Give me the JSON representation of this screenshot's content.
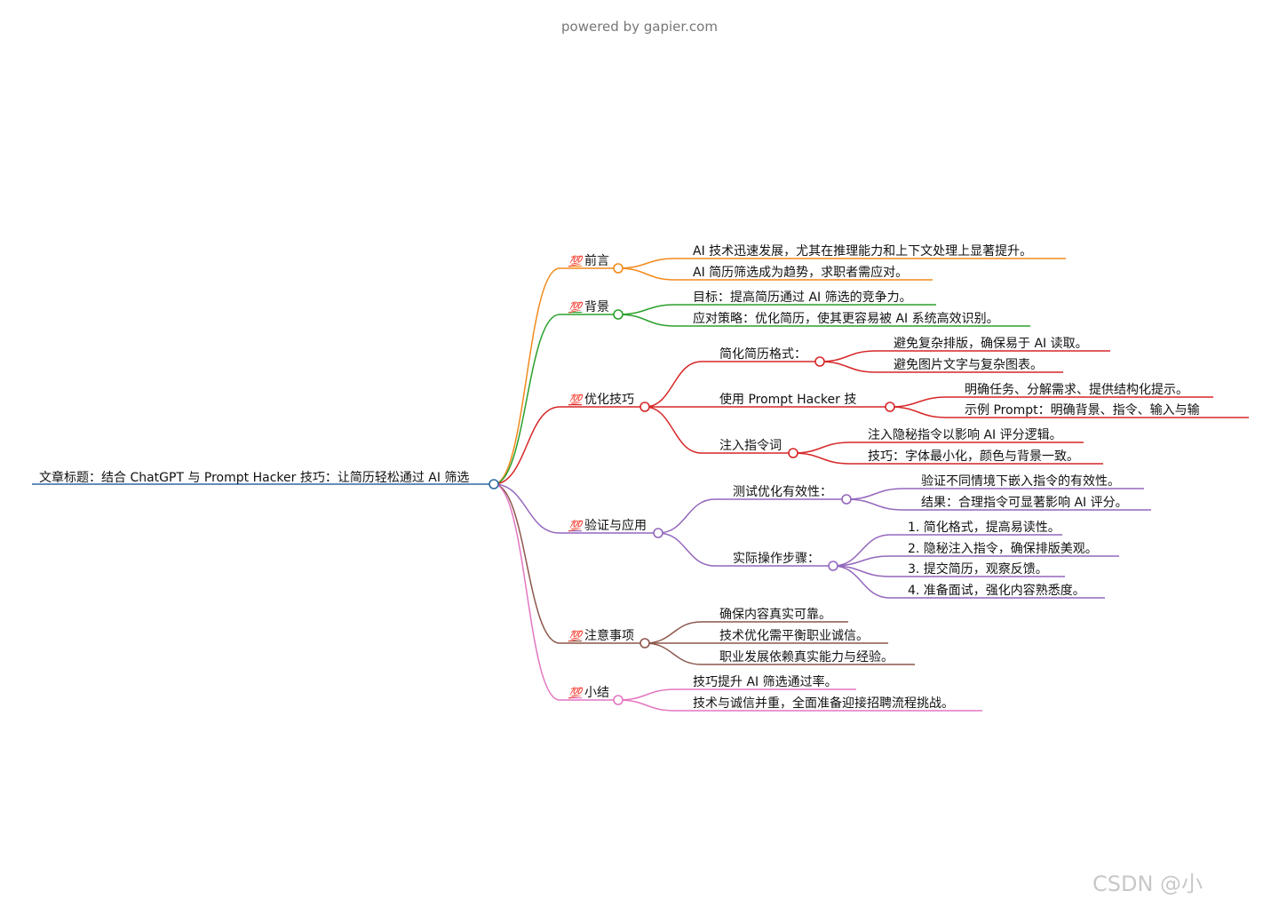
{
  "header": {
    "powered_by": "powered by gapier.com"
  },
  "watermark": "CSDN @小",
  "root": {
    "text": "文章标题：结合 ChatGPT 与 Prompt Hacker 技巧：让简历轻松通过 AI 筛选",
    "color": "#2d6aa6"
  },
  "branch_marker": "💯",
  "branches": [
    {
      "label": "前言",
      "color": "#f28a1c",
      "children": [
        {
          "text": "AI 技术迅速发展，尤其在推理能力和上下文处理上显著提升。"
        },
        {
          "text": "AI 简历筛选成为趋势，求职者需应对。"
        }
      ]
    },
    {
      "label": "背景",
      "color": "#2ca02c",
      "children": [
        {
          "text": "目标：提高简历通过 AI 筛选的竞争力。"
        },
        {
          "text": "应对策略：优化简历，使其更容易被 AI 系统高效识别。"
        }
      ]
    },
    {
      "label": "优化技巧",
      "color": "#d62728",
      "children": [
        {
          "text": "简化简历格式：",
          "children": [
            {
              "text": "避免复杂排版，确保易于 AI 读取。"
            },
            {
              "text": "避免图片文字与复杂图表。"
            }
          ]
        },
        {
          "text": "使用 Prompt Hacker 技",
          "children": [
            {
              "text": "明确任务、分解需求、提供结构化提示。"
            },
            {
              "text": "示例 Prompt：明确背景、指令、输入与输"
            }
          ]
        },
        {
          "text": "注入指令词",
          "children": [
            {
              "text": "注入隐秘指令以影响 AI 评分逻辑。"
            },
            {
              "text": "技巧：字体最小化，颜色与背景一致。"
            }
          ]
        }
      ]
    },
    {
      "label": "验证与应用",
      "color": "#9467bd",
      "children": [
        {
          "text": "测试优化有效性：",
          "children": [
            {
              "text": "验证不同情境下嵌入指令的有效性。"
            },
            {
              "text": "结果：合理指令可显著影响 AI 评分。"
            }
          ]
        },
        {
          "text": "实际操作步骤：",
          "children": [
            {
              "text": "1. 简化格式，提高易读性。"
            },
            {
              "text": "2. 隐秘注入指令，确保排版美观。"
            },
            {
              "text": "3. 提交简历，观察反馈。"
            },
            {
              "text": "4. 准备面试，强化内容熟悉度。"
            }
          ]
        }
      ]
    },
    {
      "label": "注意事项",
      "color": "#8c564b",
      "children": [
        {
          "text": "确保内容真实可靠。"
        },
        {
          "text": "技术优化需平衡职业诚信。"
        },
        {
          "text": "职业发展依赖真实能力与经验。"
        }
      ]
    },
    {
      "label": "小结",
      "color": "#e377c2",
      "children": [
        {
          "text": "技巧提升 AI 筛选通过率。"
        },
        {
          "text": "技术与诚信并重，全面准备迎接招聘流程挑战。"
        }
      ]
    }
  ]
}
